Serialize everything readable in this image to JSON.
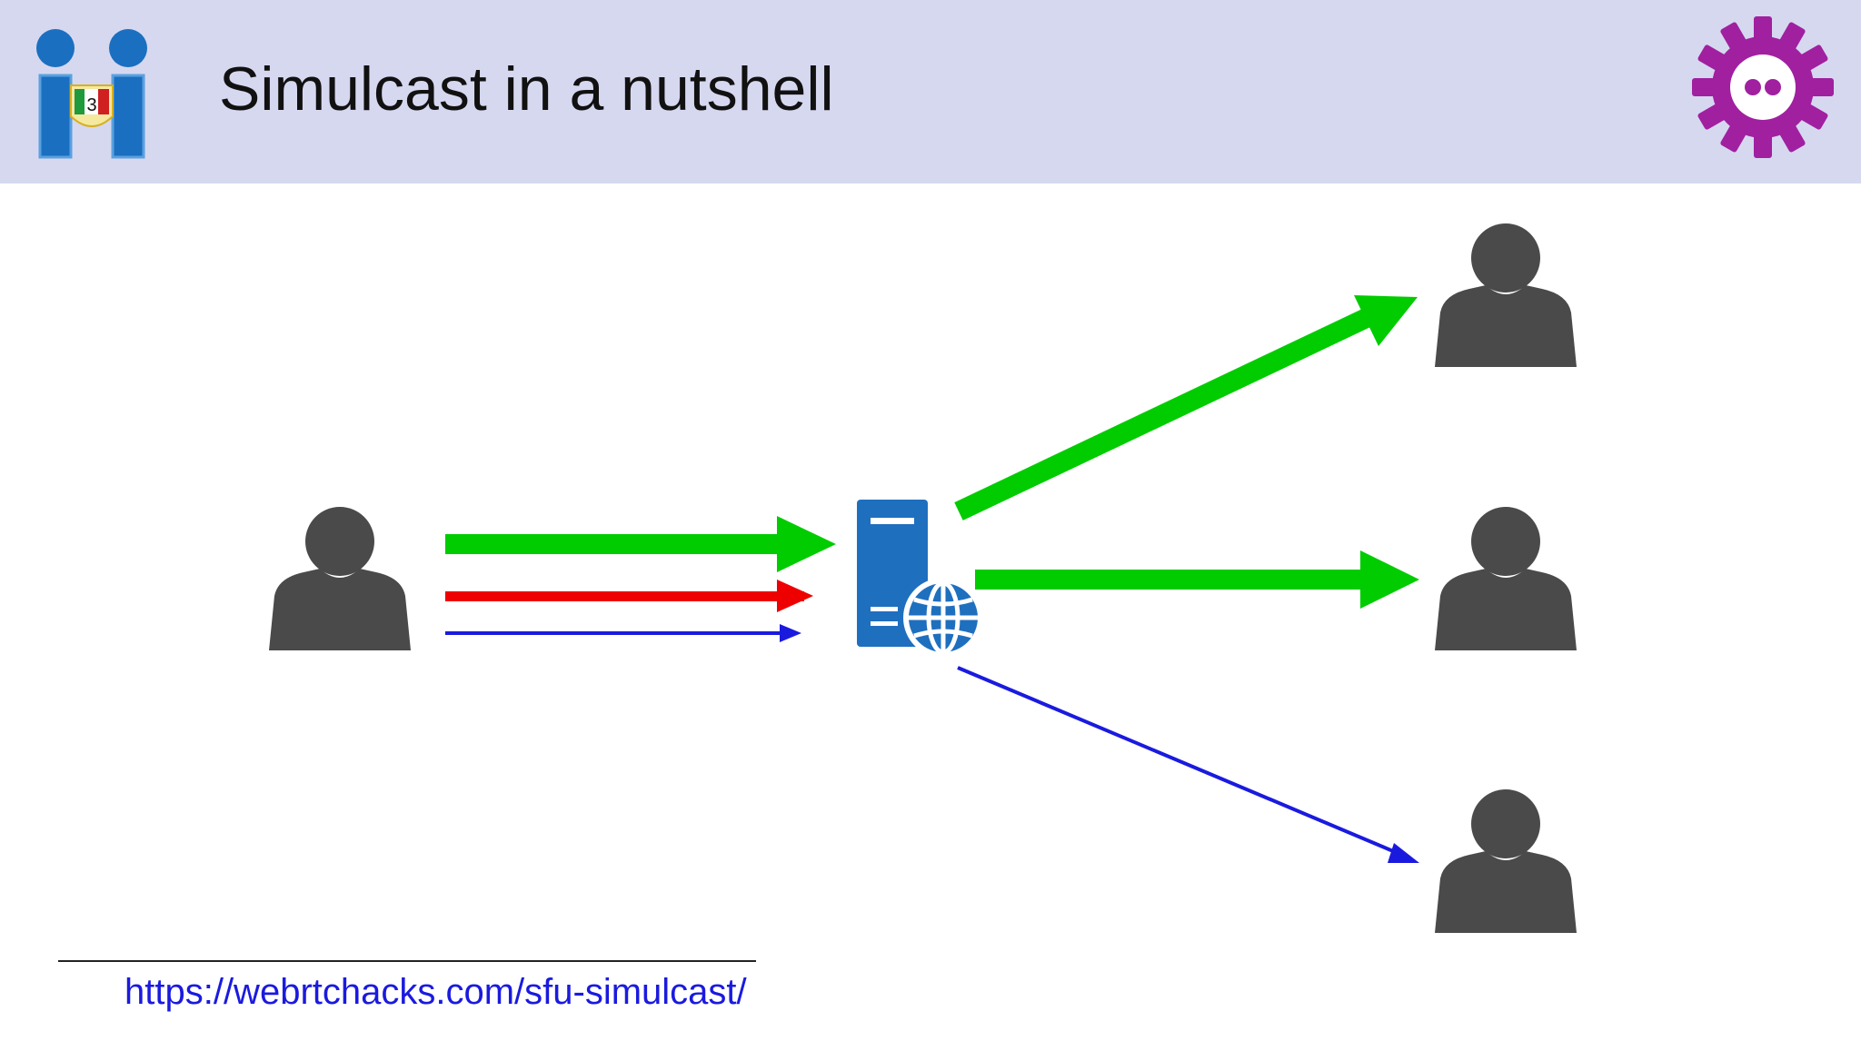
{
  "slide": {
    "title": "Simulcast in a nutshell",
    "logo_left_badge": "3",
    "footer_link": "https://webrtchacks.com/sfu-simulcast/"
  },
  "colors": {
    "header_bg": "#d6d8f0",
    "person": "#4a4a4a",
    "high_quality": "#00cc00",
    "mid_quality": "#ee0000",
    "low_quality": "#1a1adf",
    "server": "#1f6fbf",
    "gear": "#a020a0"
  },
  "diagram": {
    "sender": "person-icon",
    "server": "server-globe-icon",
    "receivers": [
      "person-icon",
      "person-icon",
      "person-icon"
    ],
    "streams_in": [
      "high",
      "mid",
      "low"
    ],
    "streams_out": [
      "high",
      "high",
      "low"
    ]
  }
}
